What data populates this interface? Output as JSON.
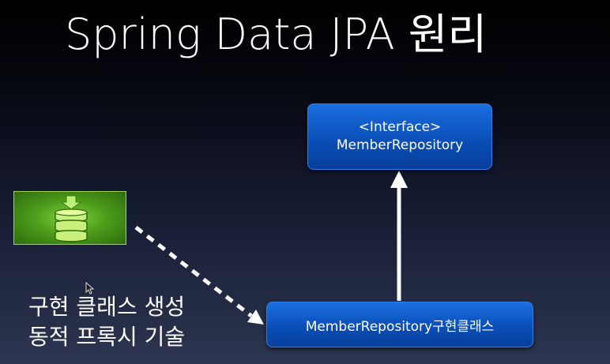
{
  "slide": {
    "title": "Spring Data JPA 원리",
    "interface_box": {
      "line1": "<Interface>",
      "line2": "MemberRepository"
    },
    "impl_box": {
      "label": "MemberRepository구현클래스"
    },
    "caption": {
      "line1": "구현 클래스 생성",
      "line2": "동적 프록시 기술"
    },
    "icons": {
      "database": "database-download-icon",
      "cursor": "mouse-pointer-icon"
    },
    "colors": {
      "box_blue": "#0b4fb8",
      "icon_green": "#4e9e1c",
      "text": "#ffffff"
    }
  }
}
